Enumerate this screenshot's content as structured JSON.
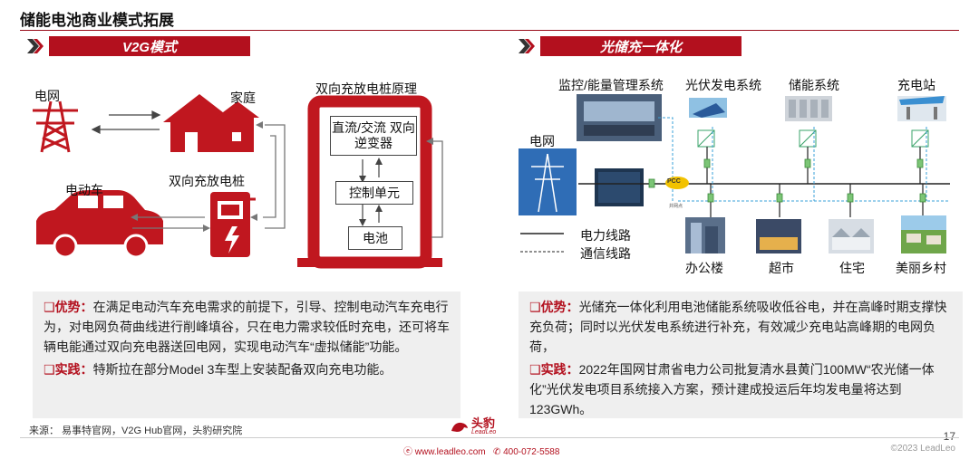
{
  "page": {
    "title": "储能电池商业模式拓展",
    "page_number": "17"
  },
  "left": {
    "header": "V2G模式",
    "labels": {
      "grid": "电网",
      "home": "家庭",
      "ev": "电动车",
      "charger": "双向充放电桩",
      "principle": "双向充放电桩原理"
    },
    "boxes": {
      "inverter": "直流/交流 双向逆变器",
      "control": "控制单元",
      "battery": "电池"
    },
    "panel": {
      "adv_title": "优势：",
      "adv_text": "在满足电动汽车充电需求的前提下，引导、控制电动汽车充电行为，对电网负荷曲线进行削峰填谷，只在电力需求较低时充电，还可将车辆电能通过双向充电器送回电网，实现电动汽车“虚拟储能”功能。",
      "prac_title": "实践：",
      "prac_text": "特斯拉在部分Model 3车型上安装配备双向充电功能。"
    }
  },
  "right": {
    "header": "光储充一体化",
    "labels": {
      "monitor": "监控/能量管理系统",
      "pv": "光伏发电系统",
      "storage": "储能系统",
      "station": "充电站",
      "grid": "电网",
      "pcc": "PCC",
      "pcc_sub": "并网点",
      "power_line": "电力线路",
      "comm_line": "通信线路",
      "office": "办公楼",
      "market": "超市",
      "residence": "住宅",
      "village": "美丽乡村"
    },
    "panel": {
      "adv_title": "优势：",
      "adv_text": "光储充一体化利用电池储能系统吸收低谷电，并在高峰时期支撑快充负荷；同时以光伏发电系统进行补充，有效减少充电站高峰期的电网负荷，",
      "prac_title": "实践：",
      "prac_text": "2022年国网甘肃省电力公司批复清水县黄门100MW“农光储一体化”光伏发电项目系统接入方案，预计建成投运后年均发电量将达到123GWh。"
    }
  },
  "footer": {
    "source": "来源：  易事特官网，V2G Hub官网，头豹研究院",
    "logo_text": "头豹",
    "logo_sub": "LeadLeo",
    "website": "www.leadleo.com",
    "phone": "400-072-5588",
    "copyright": "©2023 LeadLeo"
  },
  "colors": {
    "brand": "#b3101e",
    "panel_bg": "#efefef"
  }
}
